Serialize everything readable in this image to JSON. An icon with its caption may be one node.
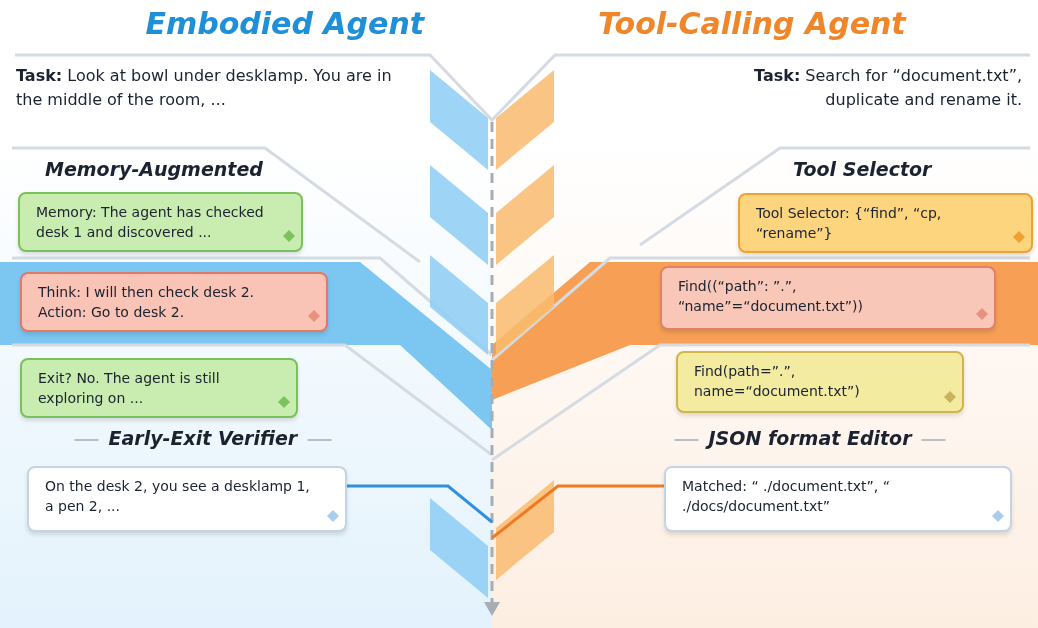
{
  "diagram": {
    "nodes": [
      {
        "text": [
          "Memory: The agent has checked desk 1 and discovered ..."
        ]
      },
      {
        "text": [
          "Think: I will then check desk 2. Action: Go to desk 2."
        ]
      },
      {
        "text": [
          "Exit? No. The agent is still exploring on ..."
        ]
      },
      {
        "text": [
          "On the desk 2, you see a desklamp 1, a pen 2, ..."
        ]
      },
      {
        "text": [
          "Tool Selector: {“find”, “cp, “rename”}"
        ]
      },
      {
        "text": [
          "Find((“path”: ”.”, “name”=“document.txt”))"
        ]
      },
      {
        "text": [
          "Find(path=”.”, name=“document.txt”)"
        ]
      },
      {
        "text": [
          "Matched: “ ./document.txt”, “ ./docs/document.txt”"
        ]
      }
    ],
    "edges": [
      {
        "from": 3,
        "to": null,
        "arrow": "none",
        "color": "#2f8fe0"
      },
      {
        "from": 7,
        "to": null,
        "arrow": "none",
        "color": "#f07a20"
      }
    ],
    "labels": [
      "Embodied Agent",
      "Tool-Calling Agent",
      "**Task:** Look at bowl under desklamp. You are in the middle of the room, ...",
      "**Task:** Search for “document.txt”, duplicate and rename it.",
      "Memory-Augmented",
      "Tool Selector",
      "Early-Exit Verifier",
      "JSON format Editor"
    ]
  }
}
